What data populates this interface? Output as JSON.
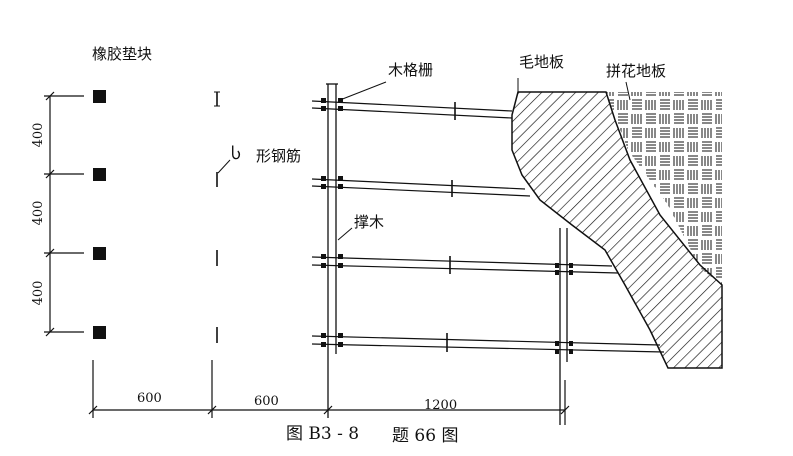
{
  "labels": {
    "rubber_pad": "橡胶垫块",
    "steel_bar": "形钢筋",
    "steel_bar_symbol": "Ⴑ",
    "wood_grid": "木格栅",
    "rough_floor": "毛地板",
    "parquet_floor": "拼花地板",
    "brace": "撑木"
  },
  "dimensions": {
    "vertical": [
      "400",
      "400",
      "400"
    ],
    "horizontal": [
      "600",
      "600",
      "1200"
    ]
  },
  "caption": {
    "figure": "图 B3 - 8",
    "problem": "题 66 图"
  },
  "colors": {
    "ink": "#111111",
    "paper": "#ffffff"
  }
}
